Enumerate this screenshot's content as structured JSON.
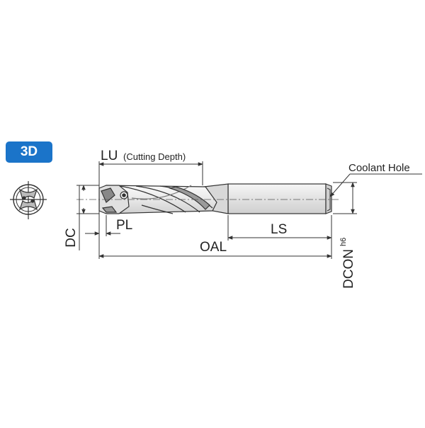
{
  "badge": {
    "label": "3D",
    "color": "#1b74c9"
  },
  "labels": {
    "lu": "LU",
    "lu_note": "(Cutting Depth)",
    "coolant_hole": "Coolant Hole",
    "pl": "PL",
    "ls": "LS",
    "oal": "OAL",
    "dc": "DC",
    "dcon": "DCON",
    "dcon_tolerance": "h6"
  },
  "icons": {
    "end_view": "drill-end-view-icon",
    "drill": "drill-side-view"
  },
  "colors": {
    "line": "#333333",
    "drill_body": "#e8e8e8",
    "shank": "#dddddd"
  }
}
